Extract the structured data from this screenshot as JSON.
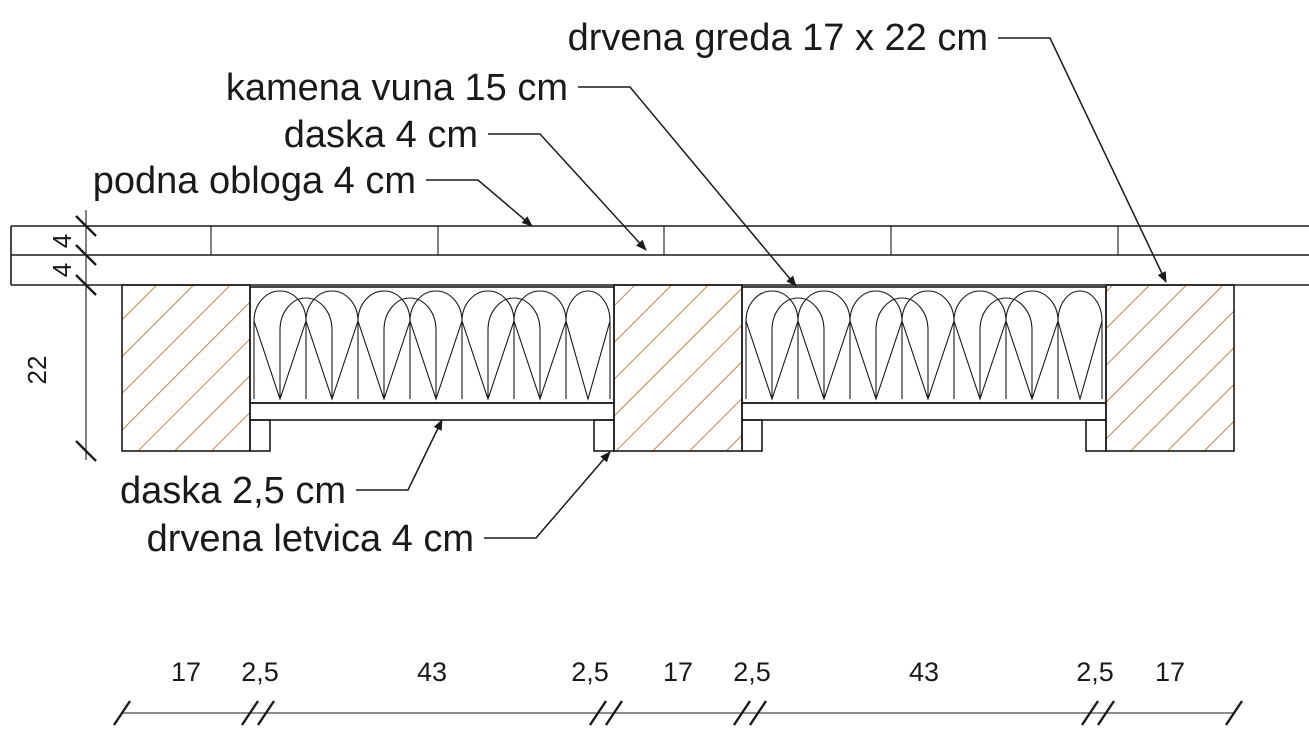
{
  "labels": {
    "beam": "drvena greda 17 x 22 cm",
    "insulation": "kamena vuna 15 cm",
    "board_top": "daska 4 cm",
    "floor_cover": "podna obloga 4 cm",
    "board_bottom": "daska 2,5 cm",
    "batten": "drvena letvica 4 cm"
  },
  "vertical_dims": [
    "4",
    "4",
    "22"
  ],
  "horizontal_dims": [
    "17",
    "2,5",
    "43",
    "2,5",
    "17",
    "2,5",
    "43",
    "2,5",
    "17"
  ],
  "colors": {
    "line": "#1a1a1a",
    "wood_hatch": "#b5651d",
    "background": "#ffffff"
  }
}
